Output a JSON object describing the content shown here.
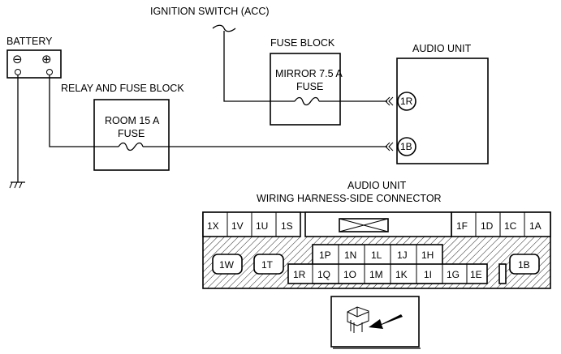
{
  "labels": {
    "ignition_switch": "IGNITION SWITCH (ACC)",
    "battery": "BATTERY",
    "fuse_block": "FUSE BLOCK",
    "audio_unit": "AUDIO UNIT",
    "relay_fuse_block": "RELAY AND FUSE BLOCK",
    "mirror_fuse_line1": "MIRROR 7.5 A",
    "mirror_fuse_line2": "FUSE",
    "room_fuse_line1": "ROOM 15 A",
    "room_fuse_line2": "FUSE",
    "battery_minus": "⊖",
    "battery_plus": "⊕",
    "connector_title_line1": "AUDIO UNIT",
    "connector_title_line2": "WIRING HARNESS-SIDE CONNECTOR"
  },
  "audio_terminals": {
    "top": "1R",
    "bottom": "1B"
  },
  "connector": {
    "top_left": [
      "1X",
      "1V",
      "1U",
      "1S"
    ],
    "top_right": [
      "1F",
      "1D",
      "1C",
      "1A"
    ],
    "mid_left_1": "1W",
    "mid_left_2": "1T",
    "inner_top": [
      "1P",
      "1N",
      "1L",
      "1J",
      "1H"
    ],
    "inner_bottom": [
      "1R",
      "1Q",
      "1O",
      "1M",
      "1K",
      "1I",
      "1G",
      "1E"
    ],
    "mid_right": "1B"
  },
  "colors": {
    "line": "#000000",
    "background": "#ffffff"
  }
}
